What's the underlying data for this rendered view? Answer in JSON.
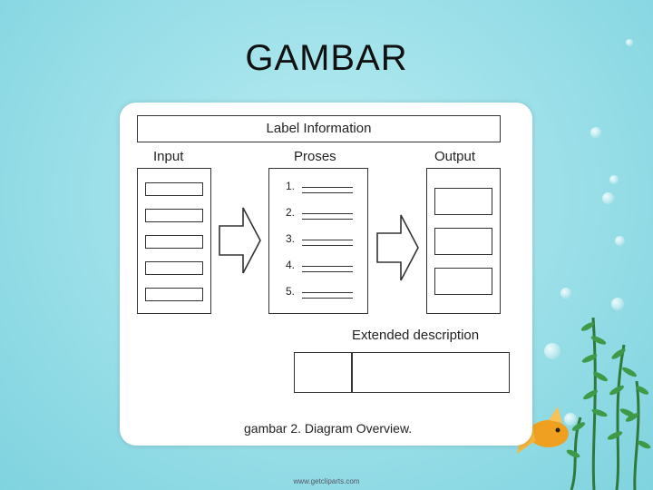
{
  "slide": {
    "title": "GAMBAR"
  },
  "diagram": {
    "header": "Label Information",
    "input_label": "Input",
    "process_label": "Proses",
    "output_label": "Output",
    "steps": [
      "1.",
      "2.",
      "3.",
      "4.",
      "5."
    ],
    "extended_label": "Extended description",
    "caption": "gambar 2.  Diagram Overview."
  },
  "footer": {
    "watermark": "www.getcliparts.com"
  },
  "colors": {
    "background": "#9fe1ea",
    "card": "#ffffff",
    "stroke": "#333333"
  }
}
